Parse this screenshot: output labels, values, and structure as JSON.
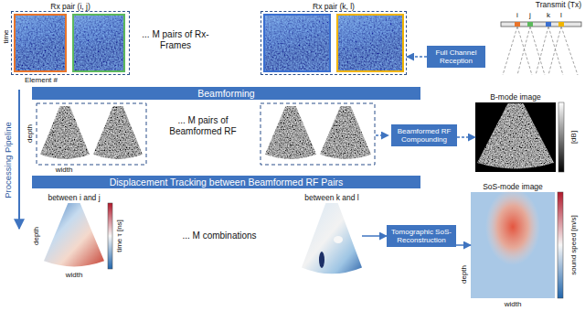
{
  "diagram": {
    "nodes": [
      {
        "text": [
          "Rx pair (i, j)"
        ]
      },
      {
        "text": [
          "Rx pair (k, l)"
        ]
      },
      {
        "text": [
          "Transmit (Tx)"
        ]
      },
      {
        "text": [
          "Full Channel Reception"
        ]
      },
      {
        "text": [
          "Beamforming"
        ]
      },
      {
        "text": [
          "Beamformed RF Compounding"
        ]
      },
      {
        "text": [
          "B-mode image"
        ]
      },
      {
        "text": [
          "Displacement Tracking between Beamformed RF Pairs"
        ]
      },
      {
        "text": [
          "between i and j"
        ]
      },
      {
        "text": [
          "between k and l"
        ]
      },
      {
        "text": [
          "Tomographic SoS-Reconstruction"
        ]
      },
      {
        "text": [
          "SoS-mode image"
        ]
      }
    ],
    "edges": [
      {
        "from": 3,
        "to": 1,
        "arrow": "to"
      },
      {
        "from": 5,
        "to": 6,
        "arrow": "to"
      },
      {
        "from": 9,
        "to": 10,
        "arrow": "to"
      },
      {
        "from": 10,
        "to": 11,
        "arrow": "to"
      }
    ],
    "labels": [
      "time",
      "Element #",
      "... M pairs of Rx-Frames",
      "i",
      "j",
      "k",
      "l",
      "Processing Pipeline",
      "depth",
      "width",
      "... M pairs of Beamformed RF",
      "[dB]",
      "depth",
      "width",
      "time τ [ns]",
      "... M combinations",
      "depth",
      "width",
      "sound speed [m/s]"
    ]
  }
}
